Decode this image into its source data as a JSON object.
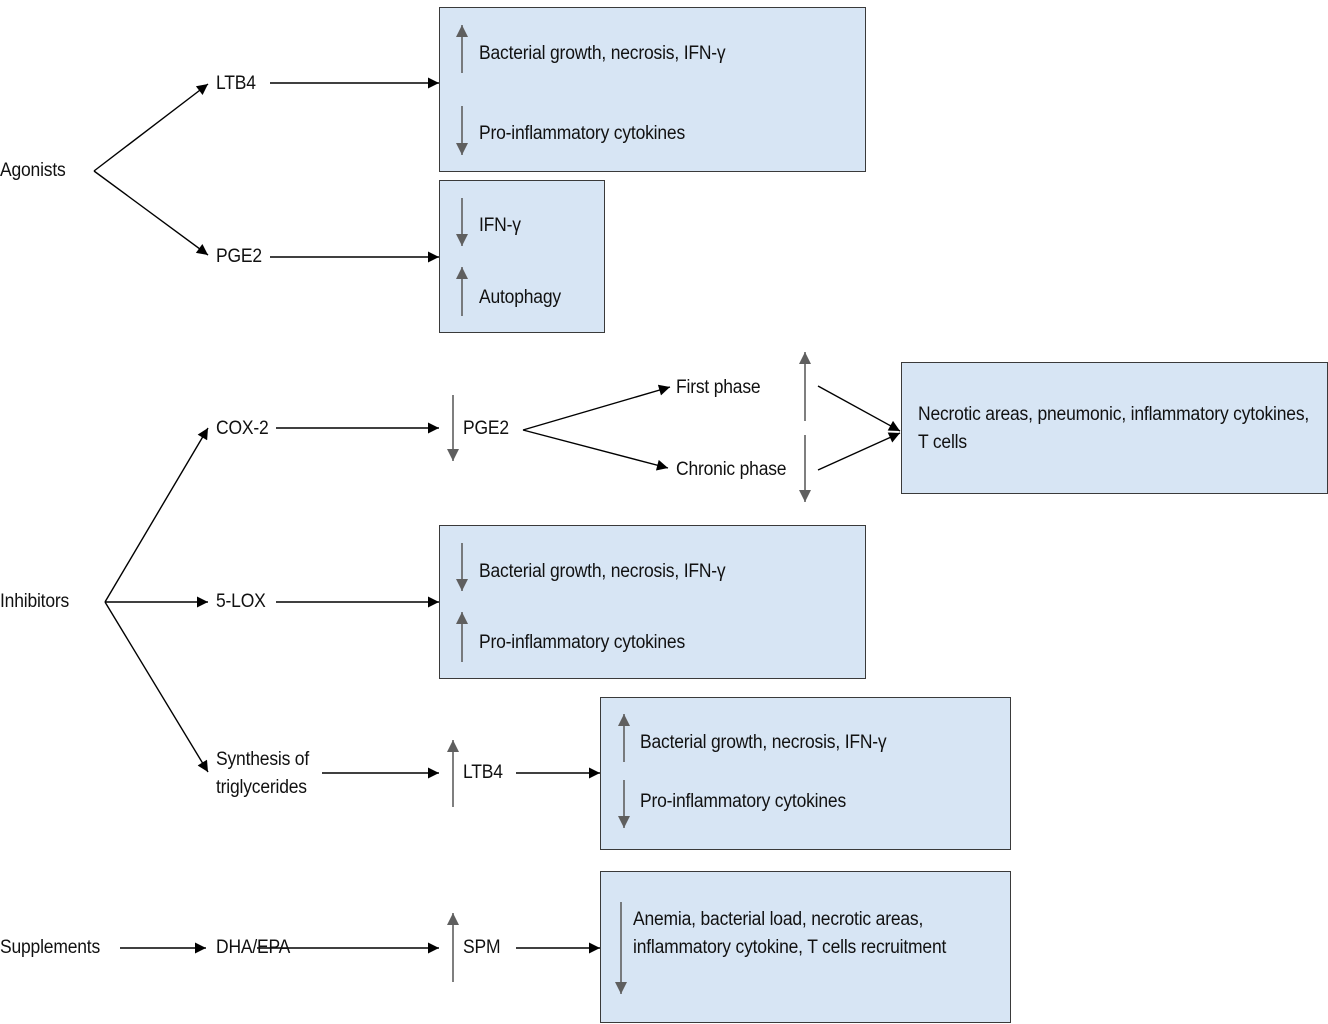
{
  "colors": {
    "box_fill": "#d7e5f4",
    "box_border": "#3a3a3a",
    "arrow_black": "#000000",
    "indicator_gray": "#5f5f5f"
  },
  "sources": {
    "agonists": "Agonists",
    "inhibitors": "Inhibitors",
    "supplements": "Supplements"
  },
  "agonists": {
    "ltb4": "LTB4",
    "pge2": "PGE2",
    "ltb4_box": [
      {
        "direction": "up",
        "icon": "up-arrow-icon",
        "text": "Bacterial growth, necrosis, IFN-γ"
      },
      {
        "direction": "down",
        "icon": "down-arrow-icon",
        "text": "Pro-inflammatory cytokines"
      }
    ],
    "pge2_box": [
      {
        "direction": "down",
        "icon": "down-arrow-icon",
        "text": "IFN-γ"
      },
      {
        "direction": "up",
        "icon": "up-arrow-icon",
        "text": "Autophagy"
      }
    ]
  },
  "inhibitors": {
    "cox2": "COX-2",
    "cox2_result": {
      "direction": "down",
      "label": "PGE2"
    },
    "phases": {
      "first": {
        "label": "First phase",
        "direction": "up"
      },
      "chronic": {
        "label": "Chronic phase",
        "direction": "down"
      }
    },
    "phase_box": "Necrotic areas, pneumonic, inflammatory cytokines, T cells",
    "lox5": "5-LOX",
    "lox5_box": [
      {
        "direction": "down",
        "icon": "down-arrow-icon",
        "text": "Bacterial growth, necrosis, IFN-γ"
      },
      {
        "direction": "up",
        "icon": "up-arrow-icon",
        "text": "Pro-inflammatory cytokines"
      }
    ],
    "triglycerides": {
      "line1": "Synthesis of",
      "line2": "triglycerides"
    },
    "triglycerides_result": {
      "direction": "up",
      "label": "LTB4"
    },
    "triglycerides_box": [
      {
        "direction": "up",
        "icon": "up-arrow-icon",
        "text": "Bacterial growth, necrosis, IFN-γ"
      },
      {
        "direction": "down",
        "icon": "down-arrow-icon",
        "text": "Pro-inflammatory cytokines"
      }
    ]
  },
  "supplements": {
    "dha_epa": "DHA/EPA",
    "spm_result": {
      "direction": "up",
      "label": "SPM"
    },
    "spm_box": {
      "direction": "down",
      "text": "Anemia, bacterial load, necrotic areas, inflammatory cytokine, T cells recruitment"
    }
  }
}
